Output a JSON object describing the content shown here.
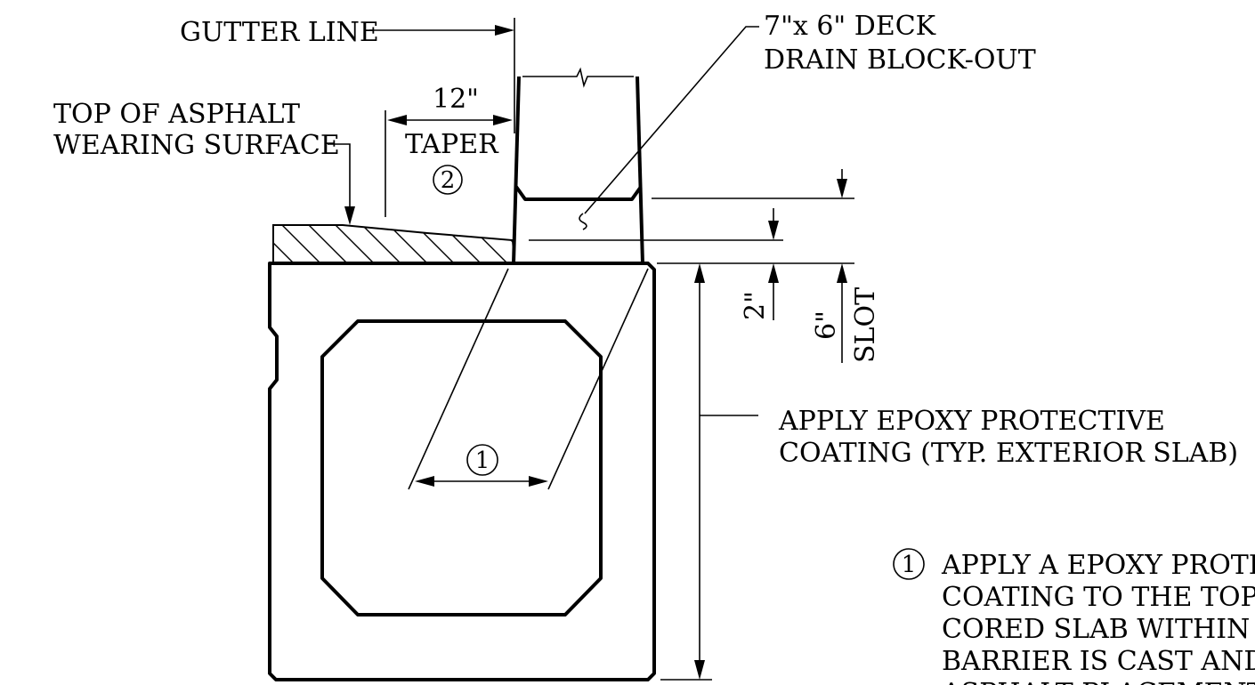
{
  "labels": {
    "gutter_line": "GUTTER LINE",
    "deck_drain_line1": "7\"x 6\" DECK",
    "deck_drain_line2": "DRAIN BLOCK-OUT",
    "asphalt_line1": "TOP OF ASPHALT",
    "asphalt_line2": "WEARING SURFACE",
    "taper_dim": "12\"",
    "taper_text": "TAPER",
    "taper_note_ref": "2",
    "dim_2in": "2\"",
    "dim_6in": "6\"",
    "slot_text": "SLOT",
    "epoxy_line1": "APPLY EPOXY PROTECTIVE",
    "epoxy_line2": "COATING (TYP. EXTERIOR SLAB)",
    "width_note_ref": "1"
  },
  "notes": [
    {
      "number": "1",
      "lines": [
        "APPLY A EPOXY PROTE",
        "COATING TO THE TOP C",
        "CORED SLAB WITHIN S",
        "BARRIER IS CAST AND",
        "ASPHALT PLACEMENT"
      ]
    }
  ]
}
